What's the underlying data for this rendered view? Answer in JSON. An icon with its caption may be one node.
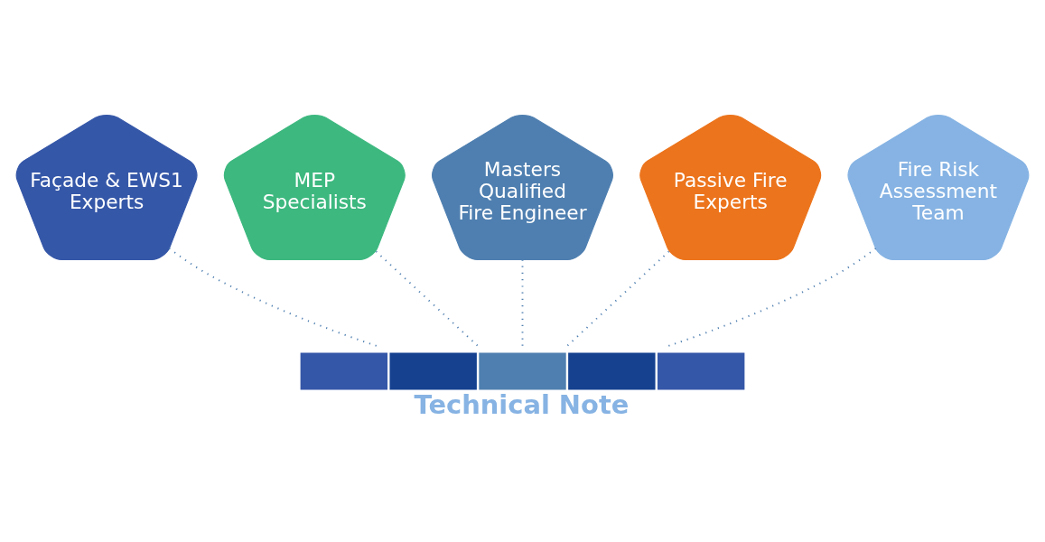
{
  "diagram": {
    "nodes": [
      {
        "text": [
          "Technical Note"
        ]
      },
      {
        "text": [
          "Façade & EWS1 Experts"
        ]
      },
      {
        "text": [
          "MEP Specialists"
        ]
      },
      {
        "text": [
          "Masters Qualified Fire Engineer"
        ]
      },
      {
        "text": [
          "Passive Fire Experts"
        ]
      },
      {
        "text": [
          "Fire Risk Assessment Team"
        ]
      }
    ],
    "edges": [
      {
        "from": 1,
        "to": 0,
        "arrow": "none",
        "style": "dashed"
      },
      {
        "from": 2,
        "to": 0,
        "arrow": "none",
        "style": "dashed"
      },
      {
        "from": 3,
        "to": 0,
        "arrow": "none",
        "style": "dashed"
      },
      {
        "from": 4,
        "to": 0,
        "arrow": "none",
        "style": "dashed"
      },
      {
        "from": 5,
        "to": 0,
        "arrow": "none",
        "style": "dashed"
      }
    ]
  }
}
